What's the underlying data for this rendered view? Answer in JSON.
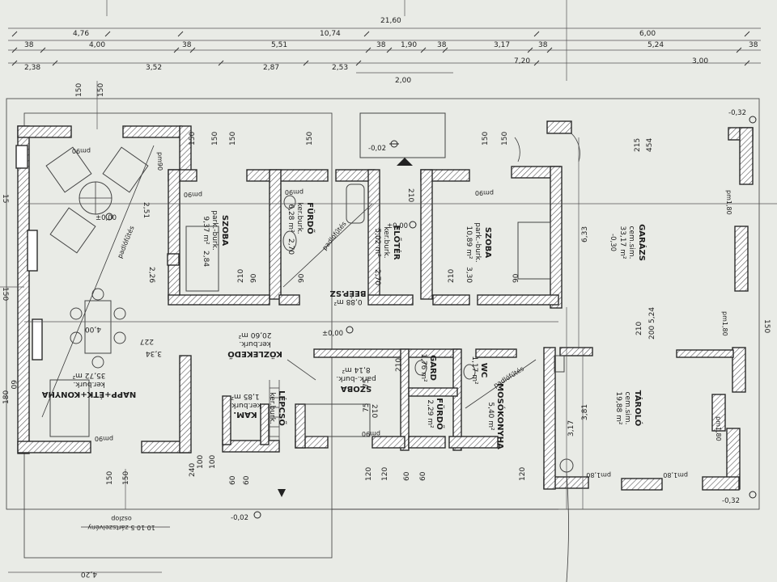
{
  "top_dimensions": {
    "row1": [
      "21,60"
    ],
    "row2": [
      "4,76",
      "10,74",
      "6,00"
    ],
    "row3": [
      "38",
      "4,00",
      "38",
      "5,51",
      "38",
      "1,90",
      "38",
      "3,17",
      "38",
      "5,24",
      "38"
    ],
    "row4": [
      "2,38",
      "3,52",
      "2,87",
      "2,53",
      "7,20",
      "3,00"
    ],
    "row5": [
      "2,00"
    ]
  },
  "rooms": {
    "living": {
      "name": "NAPP+ÉTK+KONYHA",
      "finish": "ker.burk.",
      "area": "35,72 m²",
      "floor_note": "padlófűtés"
    },
    "szoba1": {
      "name": "SZOBA",
      "finish": "park.-burk.",
      "area": "9,37 m²",
      "height": "2,84"
    },
    "furdo1": {
      "name": "FÜRDŐ",
      "finish": "ker.burk.",
      "area": "6,28 m²",
      "height": "2,70",
      "floor_note": "padlófűtés"
    },
    "eloter": {
      "name": "ELŐTÉR",
      "finish": "ker.burk.",
      "area": "5,02 m²",
      "height": "2,70"
    },
    "szoba2": {
      "name": "SZOBA",
      "finish": "park.-burk.",
      "area": "10,89 m²",
      "height": "3,30"
    },
    "garazs": {
      "name": "GARÁZS",
      "finish": "cem.sim.",
      "area": "33,17 m²",
      "elevation": "-0,30"
    },
    "kozlekedo": {
      "name": "KÖZLEKEDŐ",
      "finish": "ker.burk.",
      "area": "20,60 m²"
    },
    "szoba3": {
      "name": "SZOBA",
      "finish": "park.-burk.",
      "area": "8,14 m²"
    },
    "gard": {
      "name": "GARD",
      "area": "1,76 m²"
    },
    "wc": {
      "name": "WC",
      "area": "1,17 m²"
    },
    "furdo2": {
      "name": "FÜRDŐ",
      "area": "2,29 m²"
    },
    "mosokonyha": {
      "name": "MOSÓKONYHA",
      "area": "5,40 m²",
      "floor_note": "padlófűtés"
    },
    "tarolo": {
      "name": "TÁROLÓ",
      "finish": "cem.sim.",
      "area": "19,88 m²"
    },
    "kam": {
      "name": "KAM.",
      "finish": "ker.burk.",
      "area": "1,85 m²"
    },
    "lepcso": {
      "name": "LÉPCSŐ",
      "finish": "ker.burk."
    },
    "beepsz": {
      "name": "BEÉP.SZ",
      "area": "0,88 m²"
    }
  },
  "elevations": {
    "entrance": "-0,02",
    "kozlekedo": "±0,00",
    "living_table": "±0,00",
    "bottom_left": "-0,02",
    "top_right": "-0,32",
    "bottom_right": "-0,32",
    "eloter_inner": "±0,00"
  },
  "openings": [
    "pm90",
    "pm90",
    "pm90",
    "pm90",
    "pm90",
    "pm90",
    "pm90",
    "pm1,80",
    "pm1,80",
    "pm1,80",
    "pm1,80",
    "pm1,80"
  ],
  "dim_labels_vertical": [
    "150",
    "150",
    "150",
    "150",
    "150",
    "150",
    "150",
    "150",
    "454",
    "215",
    "6,33",
    "5,24",
    "210",
    "200",
    "3,81",
    "3,17",
    "180",
    "150",
    "150"
  ],
  "dim_labels_misc": [
    "100",
    "240",
    "100",
    "60",
    "60",
    "120",
    "120",
    "60",
    "60",
    "120",
    "210",
    "210",
    "210",
    "90",
    "90",
    "90",
    "75",
    "75",
    "210",
    "210",
    "227",
    "3,34",
    "2,51",
    "2,26",
    "4,00"
  ],
  "bottom_note": {
    "line1": "10 10 5 zártszelvény",
    "line2": "oszlop"
  },
  "bottom_dim": "4,20",
  "side_dims": {
    "left_top": "15",
    "left_mid": "150",
    "left_low": "60",
    "right_mid": "150"
  },
  "colors": {
    "paper": "#e9ebe6",
    "ink": "#2a2a2a",
    "wall_fill": "#ffffff"
  }
}
